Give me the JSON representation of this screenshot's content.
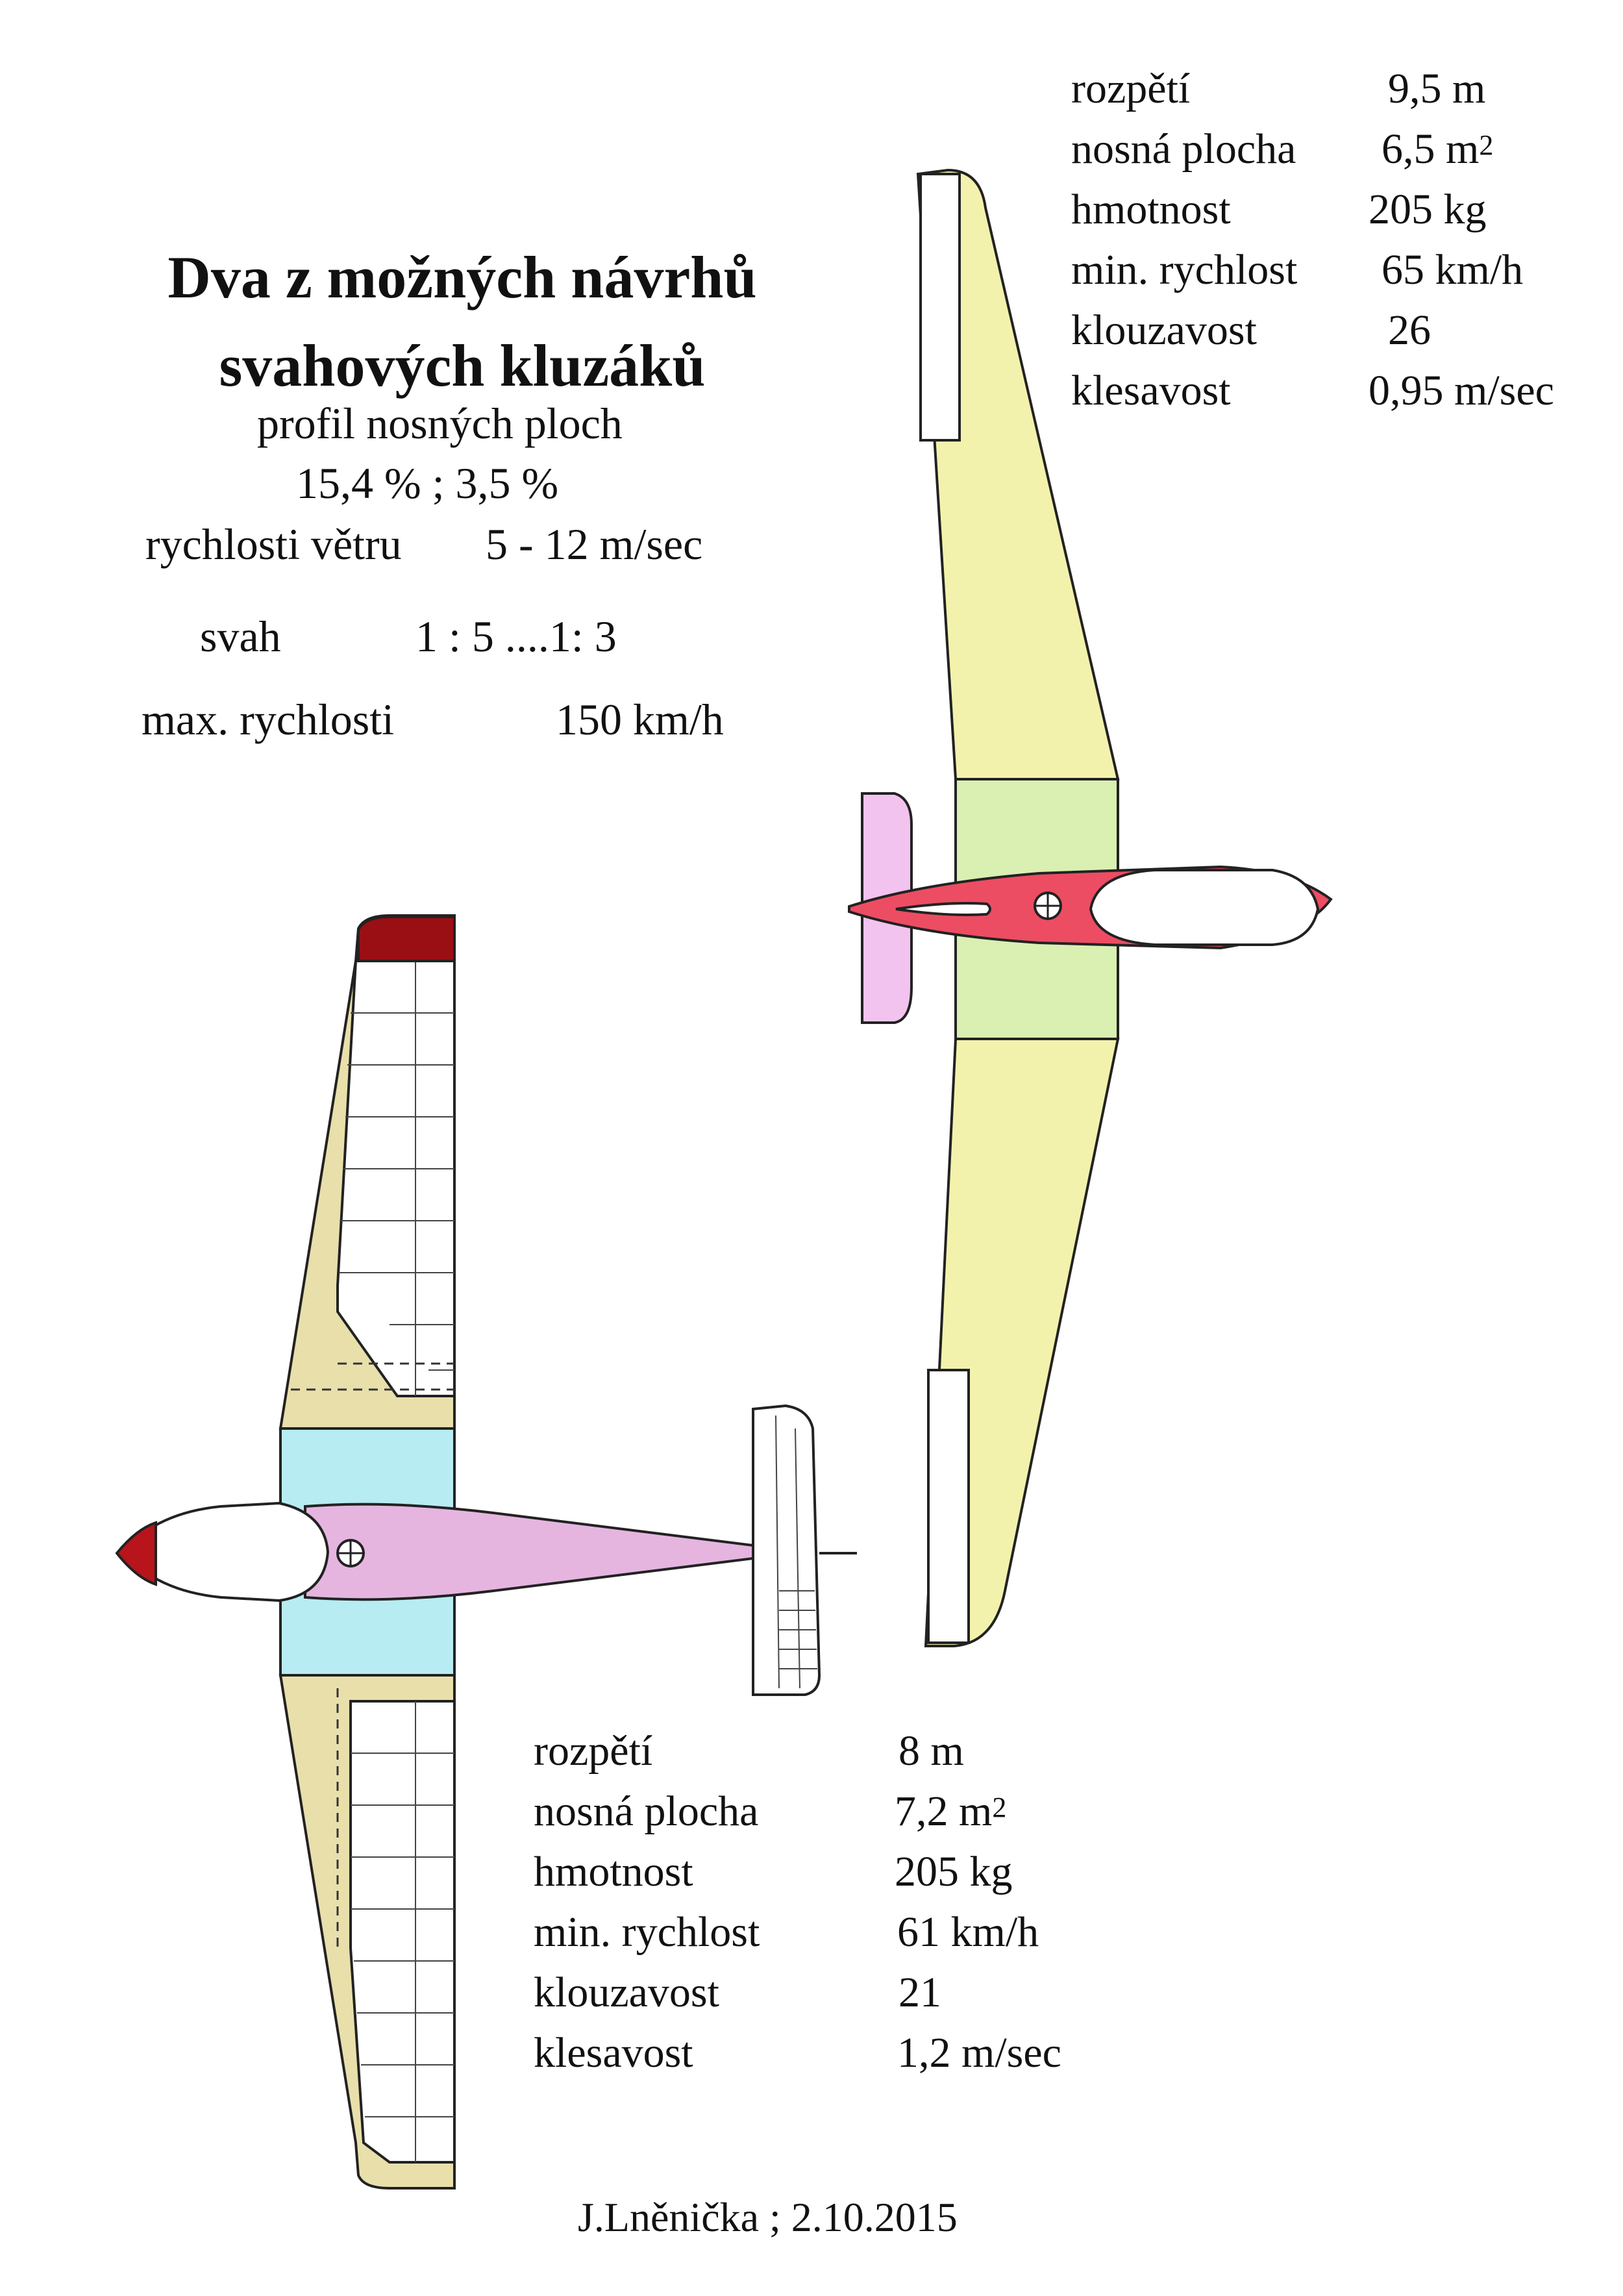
{
  "title": {
    "line1": "Dva z možných návrhů",
    "line2": "svahových kluzáků"
  },
  "info": {
    "profile_label": "profil nosných ploch",
    "profile_value": "15,4 % ; 3,5 %",
    "wind_label": "rychlosti větru",
    "wind_value": "5 - 12 m/sec",
    "slope_label": "svah",
    "slope_value": "1 : 5 ....1: 3",
    "maxspeed_label": "max. rychlosti",
    "maxspeed_value": "150 km/h"
  },
  "glider_a": {
    "labels": [
      "rozpětí",
      "nosná plocha",
      "hmotnost",
      "min. rychlost",
      "klouzavost",
      "klesavost"
    ],
    "span": "9,5 m",
    "area": "6,5 m",
    "area_sup": "2",
    "mass": "205 kg",
    "min_speed": "65 km/h",
    "glide": "26",
    "sink": "0,95 m/sec"
  },
  "glider_b": {
    "labels": [
      "rozpětí",
      "nosná plocha",
      "hmotnost",
      "min. rychlost",
      "klouzavost",
      "klesavost"
    ],
    "span": "8 m",
    "area": "7,2 m",
    "area_sup": "2",
    "mass": "205 kg",
    "min_speed": "61 km/h",
    "glide": "21",
    "sink": "1,2 m/sec"
  },
  "signature": "J.Lněnička ; 2.10.2015",
  "colors": {
    "wing_yellow": "#f2f2ad",
    "center_green": "#d9f0b2",
    "fuselage_red": "#ec4d63",
    "tail_pink": "#f2c3ee",
    "wing_tan": "#e8dfab",
    "center_cyan": "#b7ecf2",
    "fuselage_lilac": "#e5b5e0",
    "tip_darkred": "#9a0f14"
  }
}
